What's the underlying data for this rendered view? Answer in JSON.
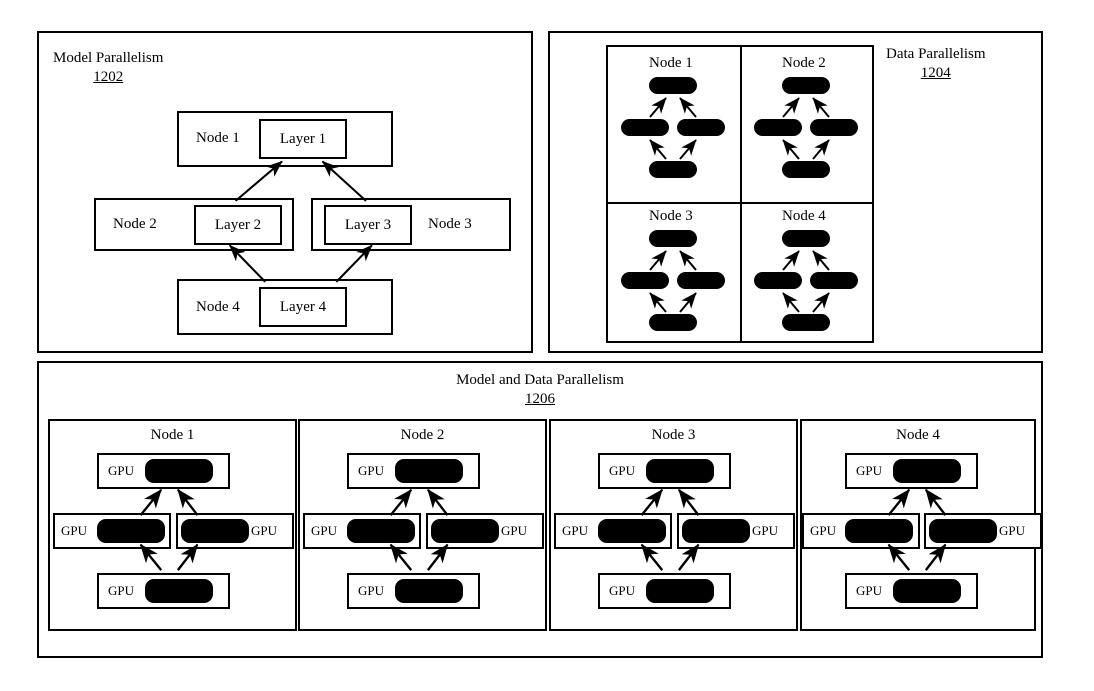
{
  "figure": {
    "panels": [
      {
        "id": "model-parallelism",
        "title": "Model Parallelism",
        "number": "1202",
        "nodes": [
          {
            "node_label": "Node 1",
            "layer_label": "Layer 1"
          },
          {
            "node_label": "Node 2",
            "layer_label": "Layer 2"
          },
          {
            "node_label": "Node 3",
            "layer_label": "Layer 3"
          },
          {
            "node_label": "Node 4",
            "layer_label": "Layer 4"
          }
        ]
      },
      {
        "id": "data-parallelism",
        "title": "Data Parallelism",
        "number": "1204",
        "nodes": [
          {
            "node_label": "Node 1"
          },
          {
            "node_label": "Node 2"
          },
          {
            "node_label": "Node 3"
          },
          {
            "node_label": "Node 4"
          }
        ]
      },
      {
        "id": "model-and-data-parallelism",
        "title": "Model and Data Parallelism",
        "number": "1206",
        "nodes": [
          {
            "node_label": "Node 1",
            "gpus": [
              "GPU",
              "GPU",
              "GPU",
              "GPU"
            ]
          },
          {
            "node_label": "Node 2",
            "gpus": [
              "GPU",
              "GPU",
              "GPU",
              "GPU"
            ]
          },
          {
            "node_label": "Node 3",
            "gpus": [
              "GPU",
              "GPU",
              "GPU",
              "GPU"
            ]
          },
          {
            "node_label": "Node 4",
            "gpus": [
              "GPU",
              "GPU",
              "GPU",
              "GPU"
            ]
          }
        ]
      }
    ]
  },
  "colors": {
    "stroke": "#000000",
    "fill": "#000000",
    "background": "#ffffff"
  }
}
